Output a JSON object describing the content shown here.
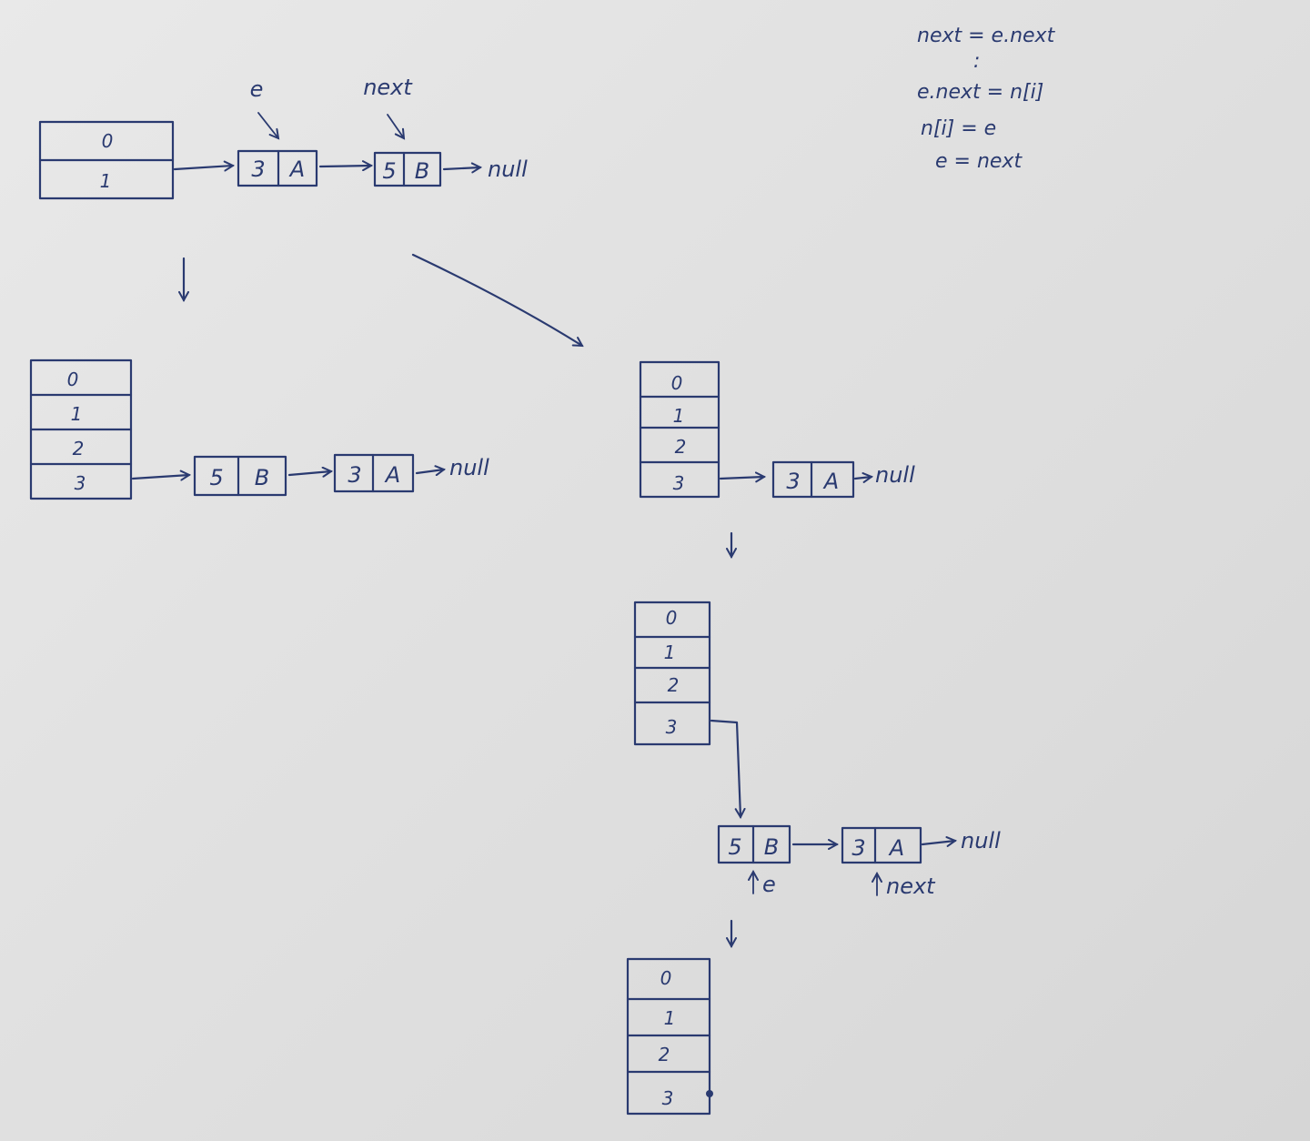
{
  "top": {
    "table_cells": [
      "0",
      "1"
    ],
    "nodes": [
      {
        "key": "3",
        "value": "A"
      },
      {
        "key": "5",
        "value": "B"
      }
    ],
    "null_label": "null",
    "pointer_e": "e",
    "pointer_next": "next"
  },
  "left": {
    "table_cells": [
      "0",
      "1",
      "2",
      "3"
    ],
    "nodes": [
      {
        "key": "5",
        "value": "B"
      },
      {
        "key": "3",
        "value": "A"
      }
    ],
    "null_label": "null"
  },
  "right_step1": {
    "table_cells": [
      "0",
      "1",
      "2",
      "3"
    ],
    "nodes": [
      {
        "key": "3",
        "value": "A"
      }
    ],
    "null_label": "null"
  },
  "right_step2": {
    "table_cells": [
      "0",
      "1",
      "2",
      "3"
    ],
    "nodes": [
      {
        "key": "5",
        "value": "B"
      },
      {
        "key": "3",
        "value": "A"
      }
    ],
    "null_label": "null",
    "pointer_e": "e",
    "pointer_next": "next"
  },
  "right_step3": {
    "table_cells": [
      "0",
      "1",
      "2",
      "3"
    ]
  },
  "code_notes": [
    "next = e.next",
    ":",
    "e.next = n[i]",
    "n[i] = e",
    "e = next"
  ]
}
